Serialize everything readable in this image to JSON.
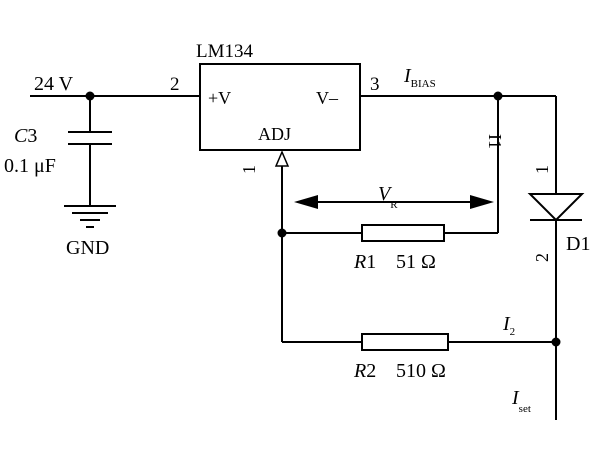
{
  "ic": {
    "name": "LM134",
    "pin_vplus": "+V",
    "pin_vminus": "V–",
    "pin_adj": "ADJ",
    "pin2_num": "2",
    "pin3_num": "3",
    "pin1_num": "1"
  },
  "supply": {
    "voltage": "24 V"
  },
  "c3": {
    "ref_letter": "C",
    "ref_num": "3",
    "value": "0.1 μF"
  },
  "ground": {
    "label": "GND"
  },
  "i_bias": {
    "main": "I",
    "sub": "BIAS"
  },
  "i1": {
    "label": "I1"
  },
  "vr": {
    "main": "V",
    "sub": "R"
  },
  "r1": {
    "ref_letter": "R",
    "ref_num": "1",
    "value": "51 Ω"
  },
  "r2": {
    "ref_letter": "R",
    "ref_num": "2",
    "value": "510 Ω"
  },
  "d1": {
    "label": "D1",
    "pin1": "1",
    "pin2": "2"
  },
  "i2": {
    "main": "I",
    "sub": "2"
  },
  "iset": {
    "main": "I",
    "sub": "set"
  }
}
